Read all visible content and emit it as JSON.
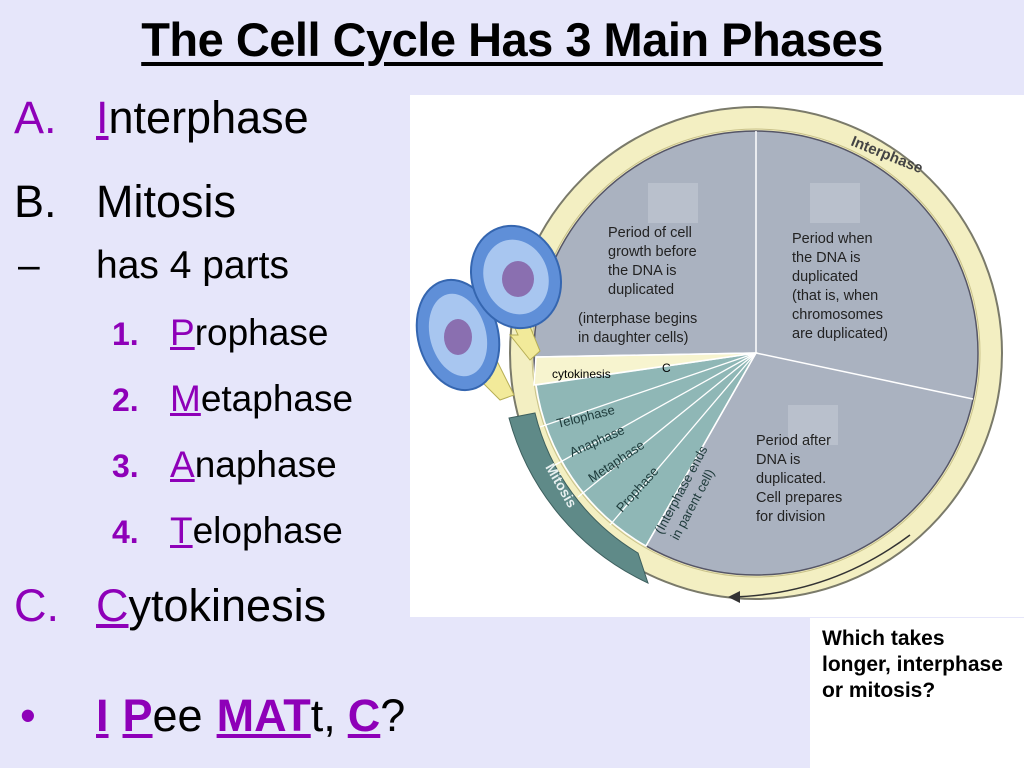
{
  "title": "The Cell Cycle Has 3 Main Phases",
  "outline": {
    "a": {
      "marker": "A.",
      "first": "I",
      "rest": "nterphase"
    },
    "b": {
      "marker": "B.",
      "text": "Mitosis"
    },
    "b_sub": {
      "marker": "–",
      "text": "has 4 parts"
    },
    "parts": [
      {
        "num": "1.",
        "first": "P",
        "rest": "rophase"
      },
      {
        "num": "2.",
        "first": "M",
        "rest": "etaphase"
      },
      {
        "num": "3.",
        "first": "A",
        "rest": "naphase"
      },
      {
        "num": "4.",
        "first": "T",
        "rest": "elophase"
      }
    ],
    "c": {
      "marker": "C.",
      "first": "C",
      "rest": "ytokinesis"
    },
    "mnemonic": {
      "bullet": "•",
      "i": "I",
      "p": "P",
      "ee": "ee",
      "mat": "MAT",
      "t": "t,",
      "c": "C",
      "q": "?"
    }
  },
  "diagram": {
    "ring_label_interphase": "Interphase",
    "ring_label_mitosis": "Mitosis",
    "g1": [
      "Period of cell",
      "growth before",
      "the DNA is",
      "duplicated",
      "(interphase begins",
      "in daughter cells)"
    ],
    "s": [
      "Period when",
      "the DNA is",
      "duplicated",
      "(that is, when",
      "chromosomes",
      "are duplicated)"
    ],
    "g2": [
      "Period after",
      "DNA is",
      "duplicated.",
      "Cell prepares",
      "for division"
    ],
    "cytokinesis_label": "cytokinesis",
    "cytokinesis_letter": "C",
    "mitosis_stages": [
      "Telophase",
      "Anaphase",
      "Metaphase",
      "Prophase"
    ],
    "interphase_ends": [
      "(Interphase ends",
      "in parent cell)"
    ]
  },
  "question": "Which takes longer, interphase or mitosis?",
  "colors": {
    "accent": "#8e00b8",
    "background": "#e6e6fa",
    "pie": "#aab2c0",
    "ring": "#f3efc2",
    "mitosis_band": "#5f8a88",
    "wedges": "#8fb7b6"
  }
}
